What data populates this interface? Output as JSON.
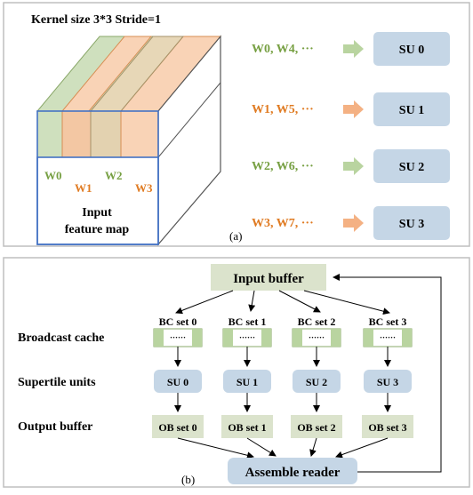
{
  "panel_a": {
    "caption": "(a)",
    "kernel_text": "Kernel size 3*3  Stride=1",
    "input_label_line1": "Input",
    "input_label_line2": "feature map",
    "windows": [
      "W0",
      "W1",
      "W2",
      "W3"
    ],
    "sequences": [
      "W0, W4, ···",
      "W1, W5, ···",
      "W2, W6, ···",
      "W3, W7, ···"
    ],
    "su_labels": [
      "SU 0",
      "SU 1",
      "SU 2",
      "SU 3"
    ]
  },
  "panel_b": {
    "caption": "(b)",
    "input_buffer": "Input buffer",
    "assemble_reader": "Assemble reader",
    "row_labels": {
      "broadcast_cache": "Broadcast cache",
      "supertile_units": "Supertile units",
      "output_buffer": "Output buffer"
    },
    "bc_sets": [
      "BC set 0",
      "BC set 1",
      "BC set 2",
      "BC set 3"
    ],
    "su_units": [
      "SU 0",
      "SU 1",
      "SU 2",
      "SU 3"
    ],
    "ob_sets": [
      "OB set 0",
      "OB set 1",
      "OB set 2",
      "OB set 3"
    ],
    "bc_dots": "······"
  },
  "colors": {
    "green_text": "#77a043",
    "orange_text": "#e07b22",
    "su_fill": "#c5d6e6",
    "buffer_fill": "#dbe3cc",
    "green_fill": "#b9d4a0",
    "orange_fill": "#f9d3b6",
    "front_border": "#4472c4"
  }
}
